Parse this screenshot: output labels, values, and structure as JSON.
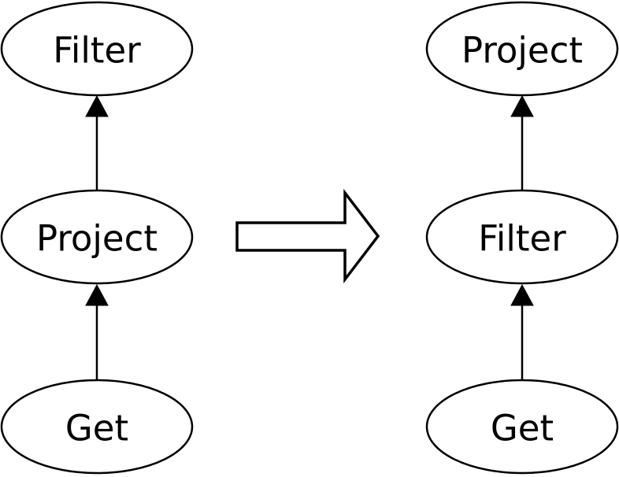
{
  "diagram": {
    "type": "pipeline-transformation",
    "colors": {
      "background": "#ffffff",
      "stroke": "#000000",
      "text": "#000000"
    },
    "left_pipeline": {
      "nodes": [
        {
          "label": "Filter"
        },
        {
          "label": "Project"
        },
        {
          "label": "Get"
        }
      ],
      "edges": [
        {
          "from": "Get",
          "to": "Project",
          "direction": "up"
        },
        {
          "from": "Project",
          "to": "Filter",
          "direction": "up"
        }
      ]
    },
    "right_pipeline": {
      "nodes": [
        {
          "label": "Project"
        },
        {
          "label": "Filter"
        },
        {
          "label": "Get"
        }
      ],
      "edges": [
        {
          "from": "Get",
          "to": "Filter",
          "direction": "up"
        },
        {
          "from": "Filter",
          "to": "Project",
          "direction": "up"
        }
      ]
    },
    "transform_arrow": {
      "icon": "block-right-arrow-icon",
      "direction": "right"
    }
  }
}
